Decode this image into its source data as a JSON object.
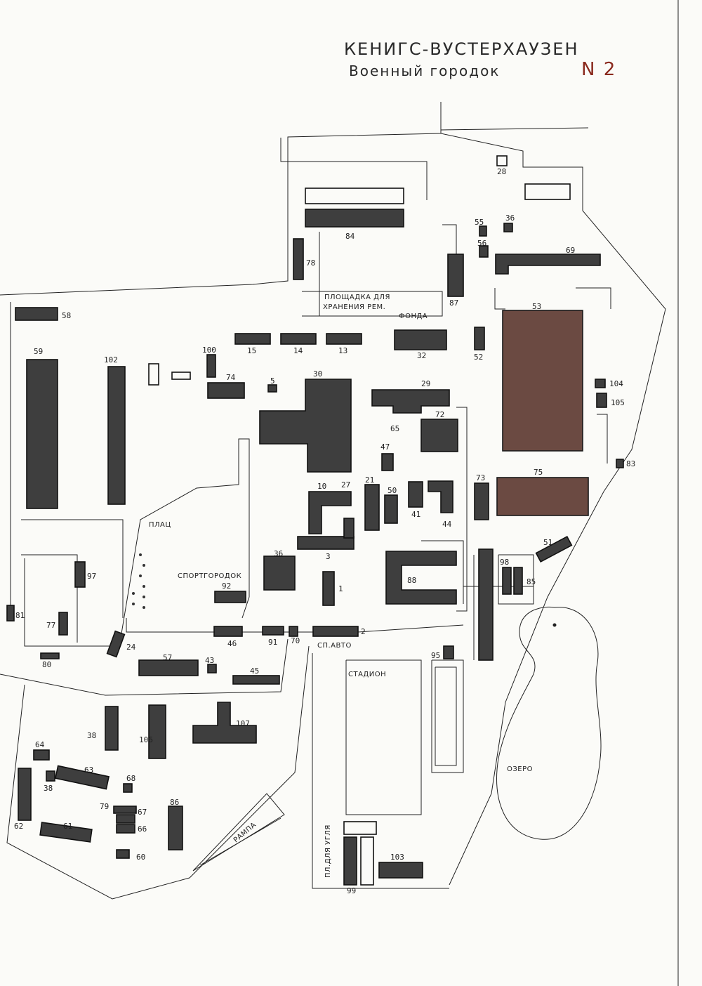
{
  "title": {
    "main": "КЕНИГС-ВУСТЕРХАУЗЕН",
    "sub": "Военный городок",
    "number": "N 2"
  },
  "colors": {
    "building": "#3e3e3e",
    "building_brown": "#6b4a42",
    "ink": "#1e1e1e",
    "title_number": "#8a2a1e"
  },
  "areas": {
    "storage": [
      "ПЛОЩАДКА ДЛЯ",
      "ХРАНЕНИЯ РЕМ.",
      "ФОНДА"
    ],
    "parade": "ПЛАЦ",
    "sports": "СПОРТГОРОДОК",
    "stadium": "СТАДИОН",
    "lake": "ОЗЕРО",
    "ramp": "РАМПА",
    "vehicle_park": "СП.АВТО",
    "vertical": "ПЛ.ДЛЯ УГЛЯ"
  },
  "building_numbers": [
    "28",
    "84",
    "55",
    "56",
    "36",
    "69",
    "78",
    "87",
    "58",
    "53",
    "15",
    "14",
    "13",
    "32",
    "52",
    "100",
    "59",
    "102",
    "74",
    "5",
    "30",
    "29",
    "104",
    "105",
    "65",
    "72",
    "47",
    "83",
    "73",
    "75",
    "10",
    "27",
    "21",
    "50",
    "41",
    "44",
    "51",
    "98",
    "85",
    "36",
    "3",
    "88",
    "97",
    "1",
    "92",
    "81",
    "77",
    "24",
    "46",
    "91",
    "70",
    "2",
    "95",
    "80",
    "57",
    "43",
    "45",
    "38",
    "106",
    "107",
    "64",
    "63",
    "68",
    "38",
    "79",
    "67",
    "66",
    "62",
    "61",
    "60",
    "86",
    "99",
    "103"
  ]
}
